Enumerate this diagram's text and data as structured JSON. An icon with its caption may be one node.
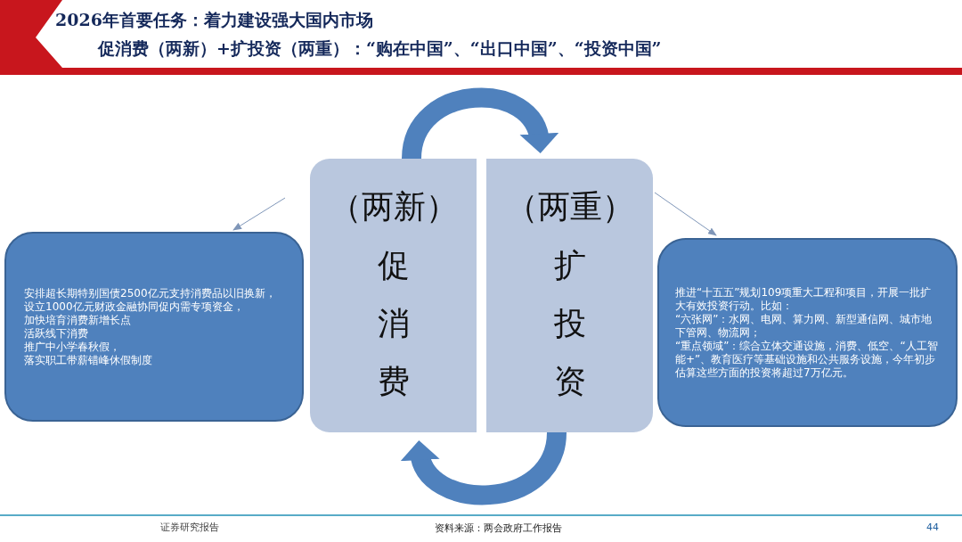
{
  "diagram": {
    "title": "2026年首要任务：着力建设强大国内市场",
    "nodes": [
      {
        "text": [
          "（两新）",
          "促消费"
        ]
      },
      {
        "text": [
          "（两重）",
          "扩投资"
        ]
      },
      {
        "text": [
          "安排超长期特别国债2500亿元支持消费品以旧换新，",
          "设立1000亿元财政金融协同促内需专项资金，",
          "加快培育消费新增长点",
          "活跃线下消费",
          "推广中小学春秋假，",
          "落实职工带薪错峰休假制度"
        ]
      },
      {
        "text": [
          "推进“十五五”规划109项重大工程和项目，开展一批扩大有效投资行动。比如：",
          "“六张网”：水网、电网、算力网、新型通信网、城市地下管网、物流网；",
          "“重点领域”：综合立体交通设施，消费、低空、“人工智能+”、教育医疗等基础设施和公共服务设施，今年初步估算这些方面的投资将超过7万亿元。"
        ]
      }
    ],
    "edges": [
      {
        "from": 0,
        "to": 1,
        "arrow": "to",
        "style": "thick"
      },
      {
        "from": 1,
        "to": 0,
        "arrow": "to",
        "style": "thick"
      },
      {
        "from": 0,
        "to": 2,
        "arrow": "to"
      },
      {
        "from": 1,
        "to": 3,
        "arrow": "to"
      }
    ],
    "labels": [
      "促消费（两新）+扩投资（两重）：“购在中国”、“出口中国”、“投资中国”",
      "证券研究报告",
      "资料来源：两会政府工作报告",
      "44"
    ]
  }
}
